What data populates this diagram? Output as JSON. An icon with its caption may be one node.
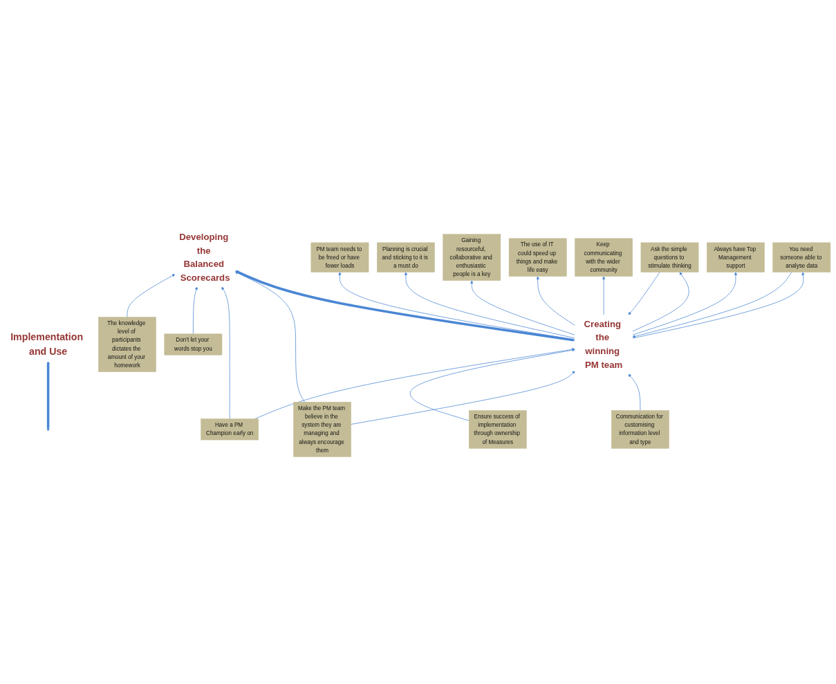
{
  "diagram": {
    "nodes": [
      {
        "text": [
          "Implementation and Use"
        ]
      },
      {
        "text": [
          "Creating the winning PM team"
        ]
      },
      {
        "text": [
          "Developing the Balanced Scorecards"
        ]
      },
      {
        "text": [
          "PM team needs to be freed or have fewer loads"
        ]
      },
      {
        "text": [
          "Planning is crucial and sticking to it is a must do"
        ]
      },
      {
        "text": [
          "Gaining resourceful, collaborative and enthusiastic people is a key"
        ]
      },
      {
        "text": [
          "The use of IT could speed up things and make life easy"
        ]
      },
      {
        "text": [
          "Keep communicating with the wider community"
        ]
      },
      {
        "text": [
          "Ask the simple questions to stimulate thinking"
        ]
      },
      {
        "text": [
          "You need someone able to analyse data"
        ]
      },
      {
        "text": [
          "Always have Top Management support"
        ]
      },
      {
        "text": [
          "Communication for customising information level and type"
        ]
      },
      {
        "text": [
          "Make the PM team believe in the system they are managing and always encourage them"
        ]
      },
      {
        "text": [
          "Have a PM Champion early on"
        ]
      },
      {
        "text": [
          "Don’t let your words stop you"
        ]
      },
      {
        "text": [
          "Ensure success of implementation through ownership of Measures"
        ]
      },
      {
        "text": [
          "The knowledge level of participants dictates the amount of your homework"
        ]
      }
    ],
    "edges": [
      {
        "from": null,
        "to": 0,
        "arrow": "to",
        "style": "thick"
      },
      {
        "from": 1,
        "to": 2,
        "arrow": "both",
        "style": "thick"
      },
      {
        "from": 1,
        "to": 3,
        "arrow": "to"
      },
      {
        "from": 1,
        "to": 4,
        "arrow": "to"
      },
      {
        "from": 1,
        "to": 5,
        "arrow": "to"
      },
      {
        "from": 1,
        "to": 6,
        "arrow": "to"
      },
      {
        "from": 1,
        "to": 7,
        "arrow": "to"
      },
      {
        "from": 1,
        "to": 8,
        "arrow": "to"
      },
      {
        "from": 1,
        "to": 9,
        "arrow": "to"
      },
      {
        "from": 1,
        "to": 10,
        "arrow": "to"
      },
      {
        "from": 8,
        "to": 1,
        "arrow": "to"
      },
      {
        "from": 9,
        "to": 1,
        "arrow": "to"
      },
      {
        "from": 11,
        "to": 1,
        "arrow": "to"
      },
      {
        "from": 12,
        "to": 1,
        "arrow": "to"
      },
      {
        "from": 15,
        "to": 1,
        "arrow": "to"
      },
      {
        "from": 13,
        "to": 1,
        "arrow": "to"
      },
      {
        "from": 12,
        "to": 2,
        "arrow": "to"
      },
      {
        "from": 13,
        "to": 2,
        "arrow": "to"
      },
      {
        "from": 14,
        "to": 2,
        "arrow": "to"
      },
      {
        "from": 16,
        "to": 2,
        "arrow": "to"
      }
    ]
  }
}
